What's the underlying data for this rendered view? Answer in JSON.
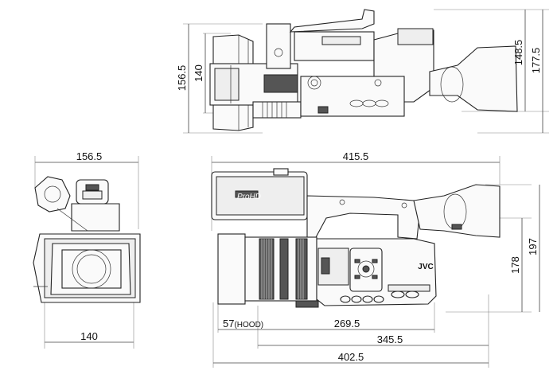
{
  "diagram": {
    "top_view": {
      "height_dims": [
        "156.5",
        "140"
      ],
      "right_dims": [
        "148.5",
        "177.5"
      ]
    },
    "front_view": {
      "width_top": "156.5",
      "width_bottom": "140"
    },
    "side_view": {
      "overall_length": "415.5",
      "right_dims": [
        "178",
        "197"
      ],
      "hood_label": "57",
      "hood_note": "(HOOD)",
      "bottom_dims": [
        "269.5",
        "345.5",
        "402.5"
      ],
      "logo_text": "JVC",
      "model_text": "ProHD"
    }
  }
}
